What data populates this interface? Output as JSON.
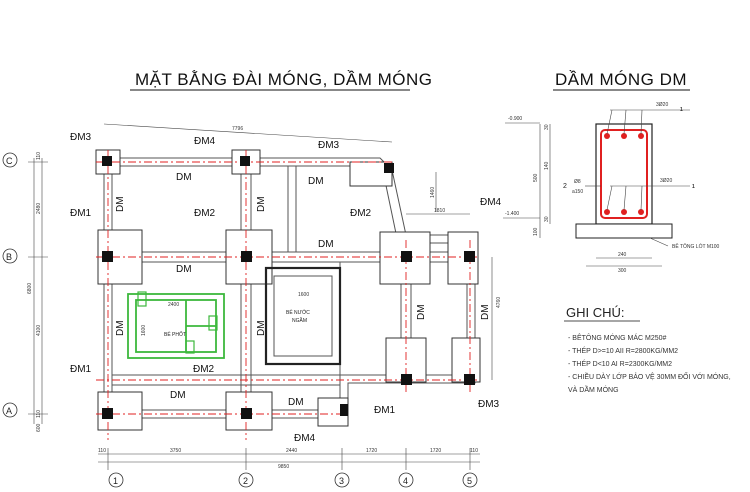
{
  "titles": {
    "plan": "MẶT BẰNG ĐÀI MÓNG, DẦM MÓNG",
    "section": "DẦM MÓNG DM"
  },
  "labels": {
    "dm": "DM",
    "dm1": "ĐM1",
    "dm2": "ĐM2",
    "dm3": "ĐM3",
    "dm4": "ĐM4",
    "septic": "BỂ PHỐT",
    "water_tank_1": "BỂ NƯỚC",
    "water_tank_2": "NGẦM"
  },
  "grid": {
    "vertical": [
      "1",
      "2",
      "3",
      "4",
      "5"
    ],
    "horizontal": [
      "C",
      "B",
      "A"
    ]
  },
  "dims": {
    "top_total": "7796",
    "bottom_1": "3750",
    "bottom_2": "2440",
    "bottom_3": "1720",
    "bottom_4": "1720",
    "bottom_total": "9850",
    "bottom_left_edge": "110",
    "bottom_right_edge": "110",
    "left_top": "2480",
    "left_mid": "4100",
    "left_total": "6800",
    "left_edge_top": "110",
    "left_edge_bottom_1": "110",
    "left_edge_bottom_2": "600",
    "right_4760": "4760",
    "r_1460": "1460",
    "r_1810": "1810",
    "septic_w": "2400",
    "septic_h": "1600",
    "tank_w": "1600",
    "elev_1": "-0.900",
    "elev_2": "-1.400"
  },
  "section": {
    "top_bar": "3Ø20",
    "bottom_bar": "3Ø20",
    "top_mark": "1",
    "bottom_mark": "1",
    "stirrup_mark": "2",
    "stirrup_dia": "Ø8",
    "stirrup_spacing": "a150",
    "h_500": "500",
    "h_140": "140",
    "h_100": "100",
    "h_30": "30",
    "w_240": "240",
    "w_300": "300",
    "lean": "BÊ TÔNG LÓT M100"
  },
  "notes": {
    "title": "GHI CHÚ:",
    "items": [
      "- BÊTÔNG MÓNG MÁC M250#",
      "- THÉP D>=10 AII R=2800KG/MM2",
      "- THÉP D<10 AI R=2300KG/MM2",
      "- CHIỀU DÀY LỚP BẢO VỆ 30MM ĐỐI VỚI MÓNG,",
      "VÀ DẦM MÓNG"
    ]
  }
}
